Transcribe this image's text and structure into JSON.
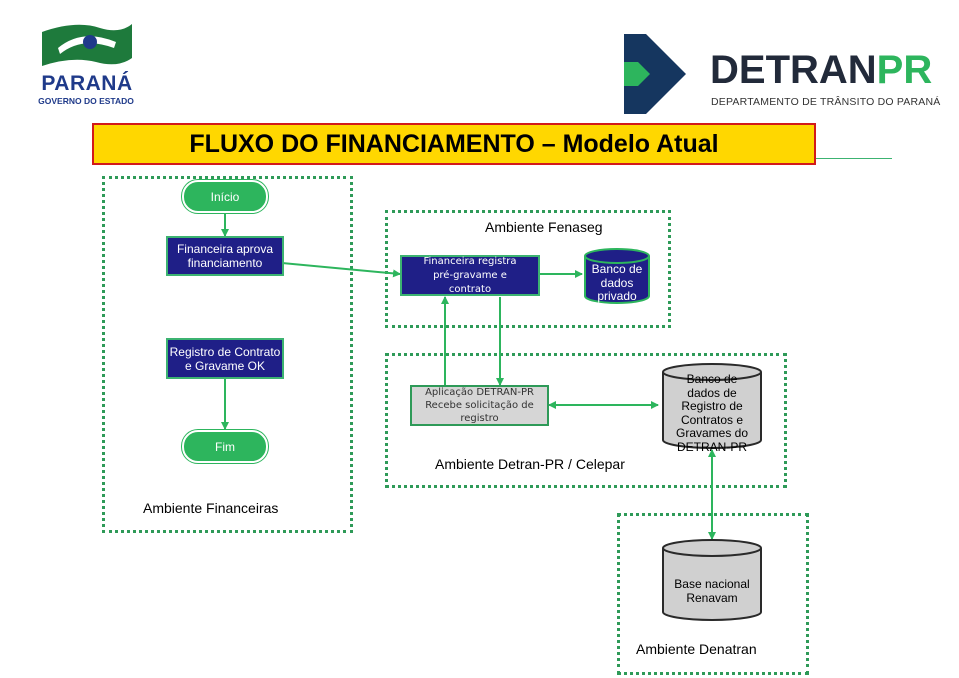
{
  "header": {
    "left_logo": {
      "name": "PARANÁ",
      "subtitle": "GOVERNO DO ESTADO"
    },
    "right_logo": {
      "name_a": "DETRAN",
      "name_b": "PR",
      "subtitle": "DEPARTAMENTO DE TRÂNSITO DO PARANÁ"
    }
  },
  "title": "FLUXO DO FINANCIAMENTO – Modelo Atual",
  "environments": {
    "financeiras": "Ambiente Financeiras",
    "fenaseg": "Ambiente Fenaseg",
    "detran": "Ambiente Detran-PR / Celepar",
    "denatran": "Ambiente Denatran"
  },
  "nodes": {
    "inicio": "Início",
    "aprova": "Financeira aprova financiamento",
    "registro_ok": "Registro de Contrato e Gravame OK",
    "fim": "Fim",
    "registra": "Financeira registra pré-gravame e contrato",
    "aplicacao": "Aplicação DETRAN-PR Recebe solicitação de registro",
    "db_privado": "Banco de dados privado",
    "db_detran": "Banco de dados de Registro de Contratos e Gravames do DETRAN-PR",
    "db_renavam": "Base nacional Renavam"
  },
  "colors": {
    "title_bg": "#ffd700",
    "title_border": "#d21a1a",
    "box_dark": "#1f1f87",
    "green": "#2db55d",
    "zone_border": "#2e9a58"
  }
}
